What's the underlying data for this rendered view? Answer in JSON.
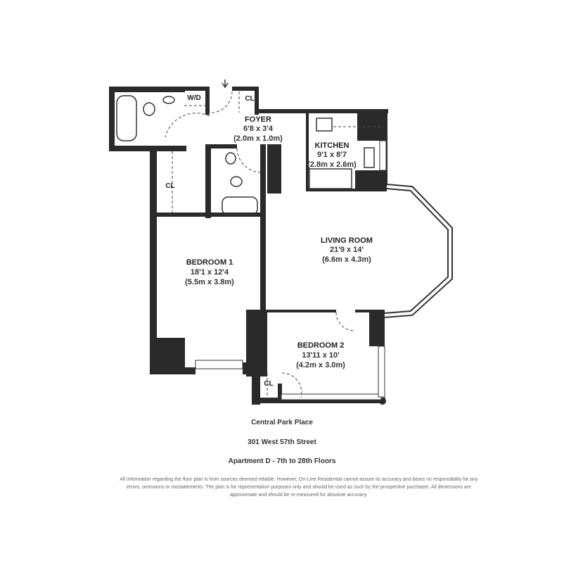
{
  "rooms": {
    "foyer": {
      "name": "FOYER",
      "ft": "6'8 x 3'4",
      "m": "(2.0m x 1.0m)"
    },
    "kitchen": {
      "name": "KITCHEN",
      "ft": "9'1 x 8'7",
      "m": "(2.8m x 2.6m)"
    },
    "living_room": {
      "name": "LIVING ROOM",
      "ft": "21'9 x 14'",
      "m": "(6.6m x 4.3m)"
    },
    "bedroom1": {
      "name": "BEDROOM 1",
      "ft": "18'1 x 12'4",
      "m": "(5.5m x 3.8m)"
    },
    "bedroom2": {
      "name": "BEDROOM 2",
      "ft": "13'11 x 10'",
      "m": "(4.2m x 3.0m)"
    },
    "wd": "W/D",
    "closet": "CL"
  },
  "building": "Central Park Place",
  "address": "301 West 57th Street",
  "apartment": "Apartment D - 7th to 28th Floors",
  "disclaimer": "All information regarding the floor plan is from sources deemed reliable. However, On-Line Residential cannot assure its accuracy and bears no responsibility for any errors, omissions or misstatements. The plan is for representation purposes only and should be used as such by the prospective purchaser. All dimensions are approximate and should be re-measured for absolute accuracy."
}
